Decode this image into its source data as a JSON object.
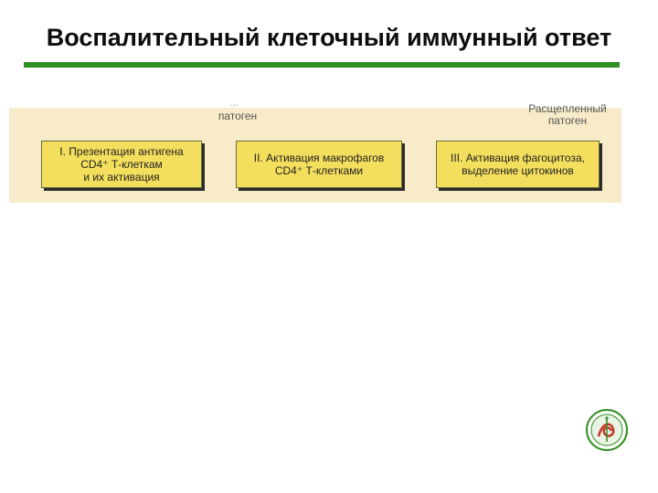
{
  "slide": {
    "title": "Воспалительный клеточный иммунный ответ"
  },
  "diagram": {
    "top_labels": {
      "left_partial": "...",
      "left": "патоген",
      "right_line1": "Расщепленный",
      "right_line2": "патоген"
    },
    "boxes": [
      {
        "label": "I. Презентация антигена\nCD4⁺ Т-клеткам\nи их активация"
      },
      {
        "label": "II. Активация макрофагов\nCD4⁺ Т-клетками"
      },
      {
        "label": "III. Активация фагоцитоза,\nвыделение цитокинов"
      }
    ]
  },
  "colors": {
    "accent_rule": "#2f8f22",
    "band": "#f8ebc9",
    "box_fill": "#f3df5d"
  },
  "logo": {
    "icon": "medical-emblem-icon"
  }
}
